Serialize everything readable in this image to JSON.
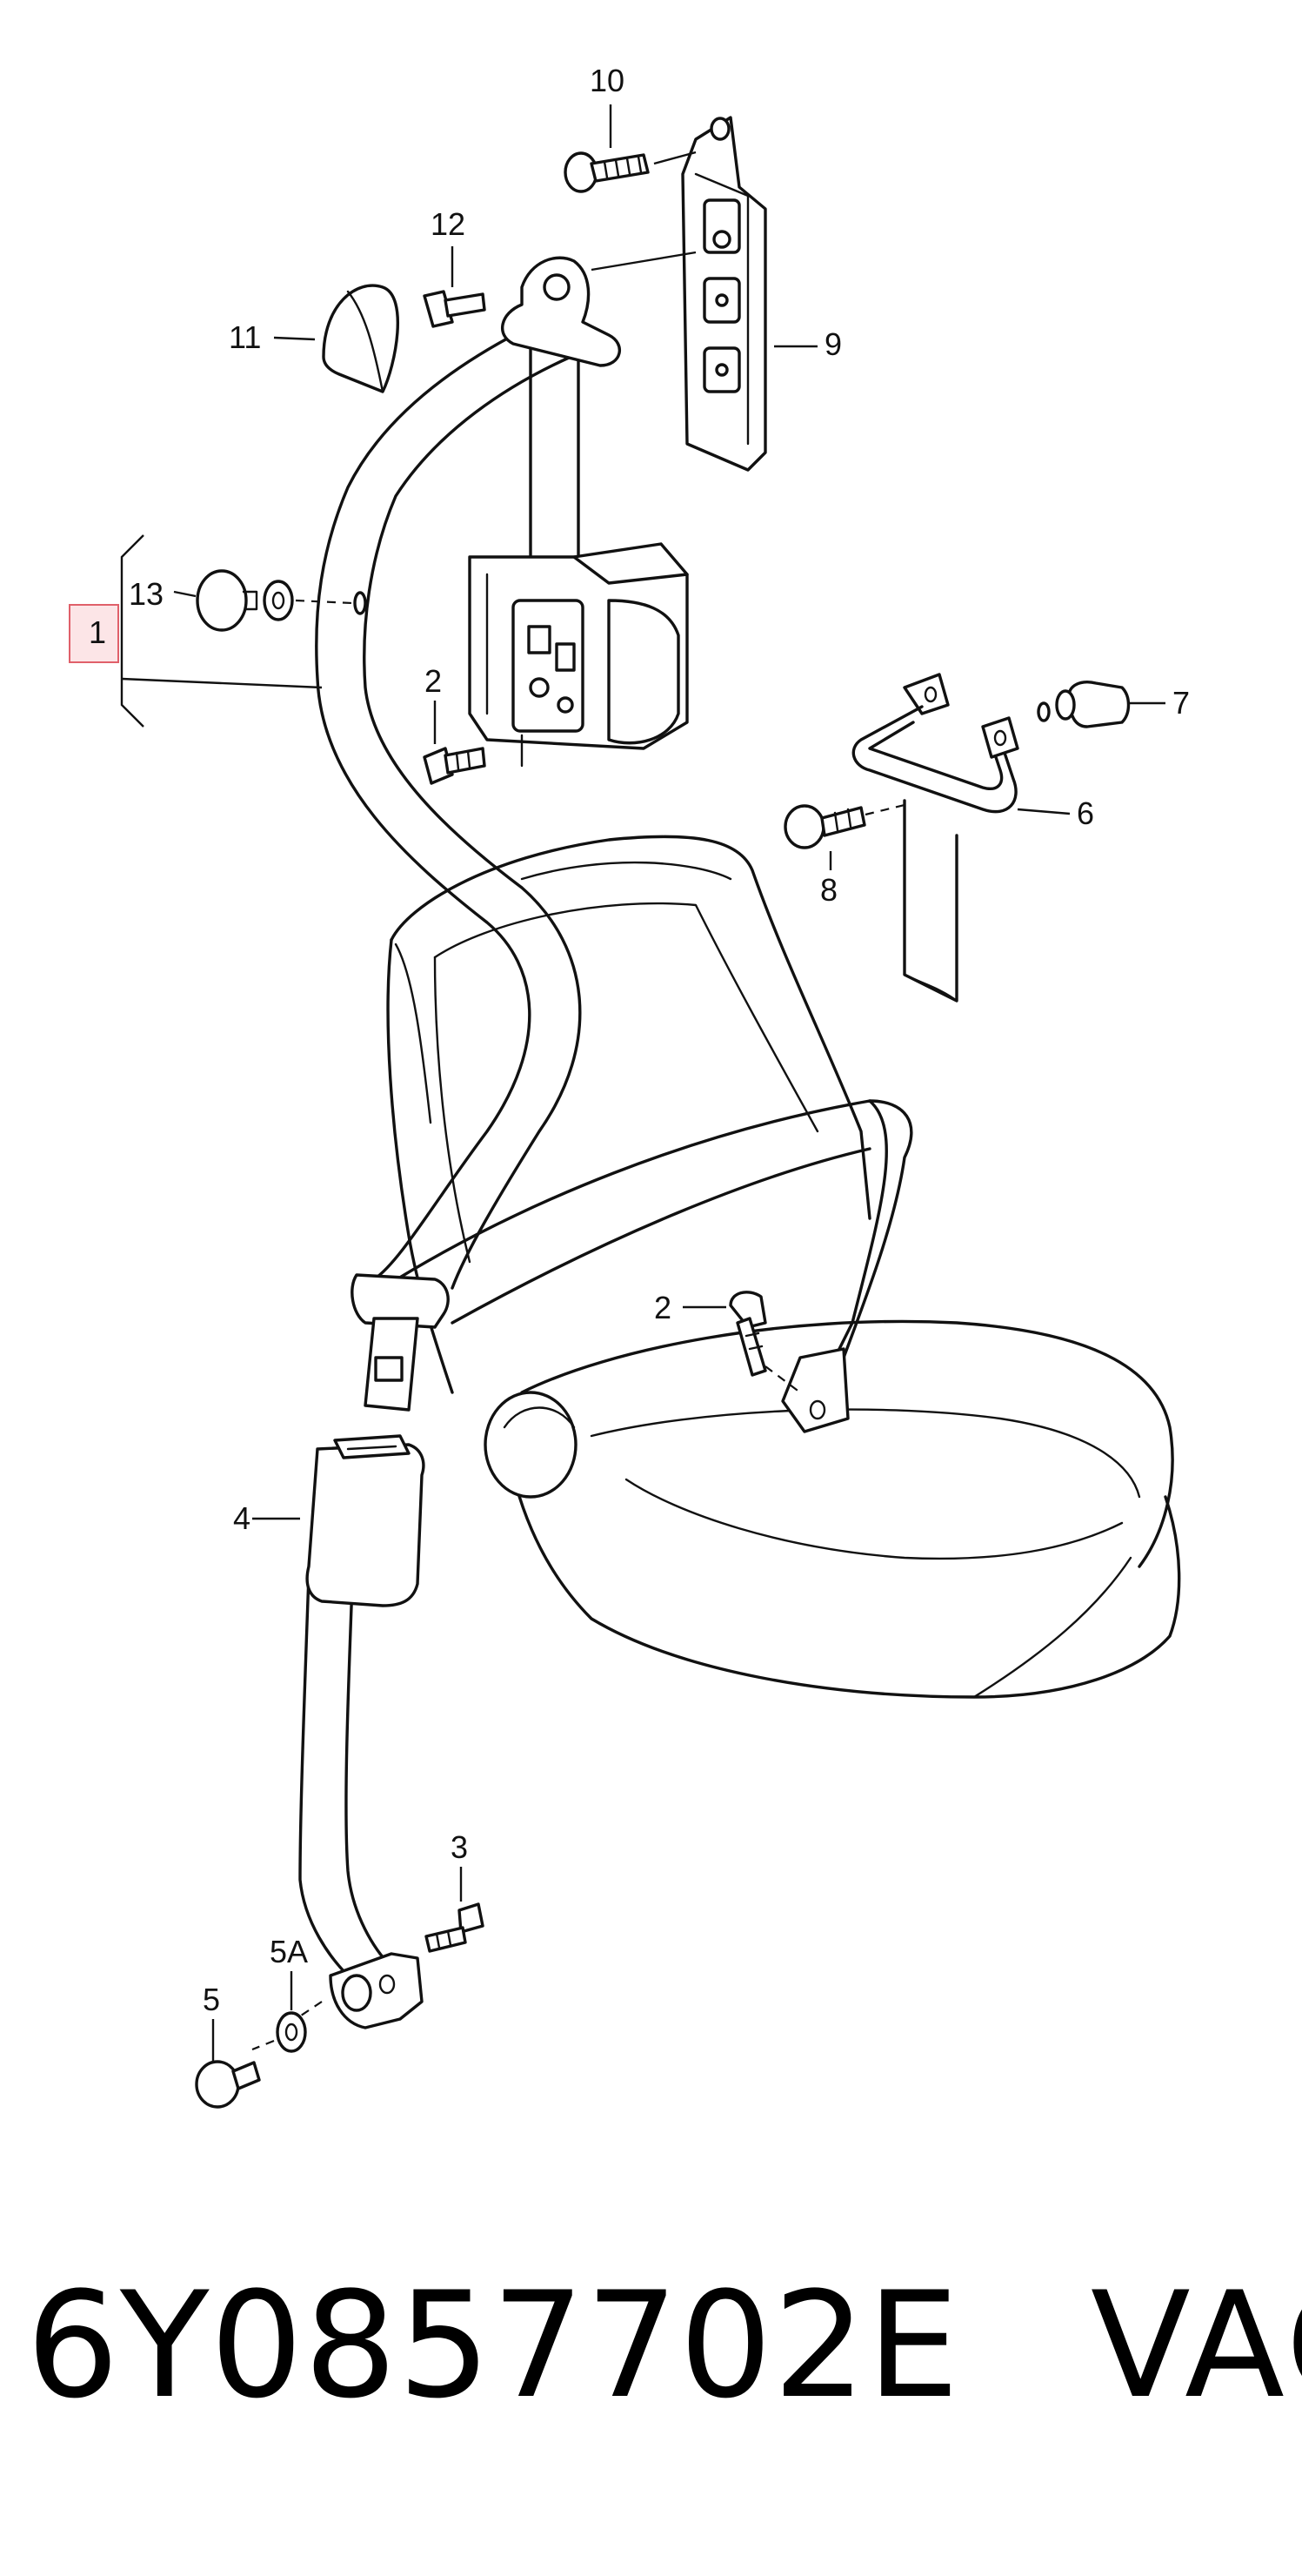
{
  "diagram": {
    "callouts": {
      "c1": "1",
      "c2a": "2",
      "c2b": "2",
      "c3": "3",
      "c4": "4",
      "c5": "5",
      "c5a": "5A",
      "c6": "6",
      "c7": "7",
      "c8": "8",
      "c9": "9",
      "c10": "10",
      "c11": "11",
      "c12": "12",
      "c13": "13"
    },
    "highlight_color": "#e0606a"
  },
  "footer": {
    "part_number": "6Y0857702E",
    "brand": "VAG"
  }
}
